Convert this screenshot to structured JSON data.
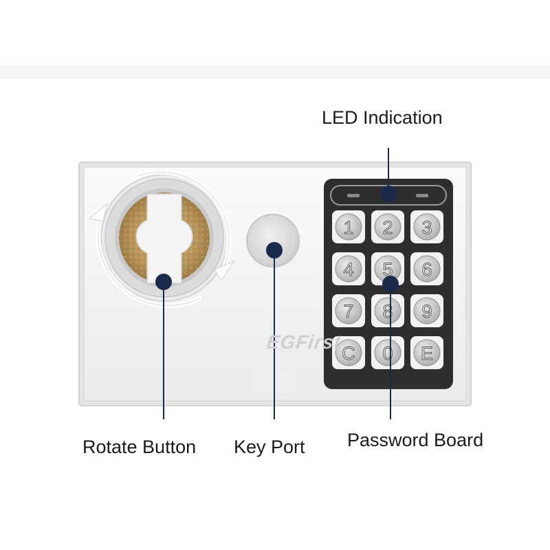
{
  "labels": {
    "led": "LED Indication",
    "rotate": "Rotate Button",
    "key": "Key Port",
    "password": "Password Board"
  },
  "watermark": "EGFirst",
  "keypad": {
    "keys": [
      "1",
      "2",
      "3",
      "4",
      "5",
      "6",
      "7",
      "8",
      "9",
      "C",
      "0",
      "E"
    ]
  },
  "colors": {
    "marker": "#1b2a4a",
    "panel": "#f2f2f2",
    "keypad_bg": "#2e2e2e",
    "key_face": "#b9b9b9",
    "knob_gold": "#b8955a"
  }
}
